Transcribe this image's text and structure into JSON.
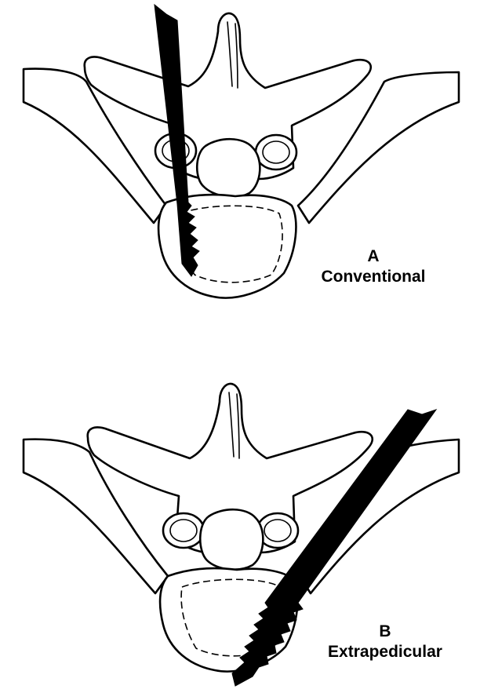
{
  "panels": [
    {
      "letter": "A",
      "label": "Conventional"
    },
    {
      "letter": "B",
      "label": "Extrapedicular"
    }
  ]
}
